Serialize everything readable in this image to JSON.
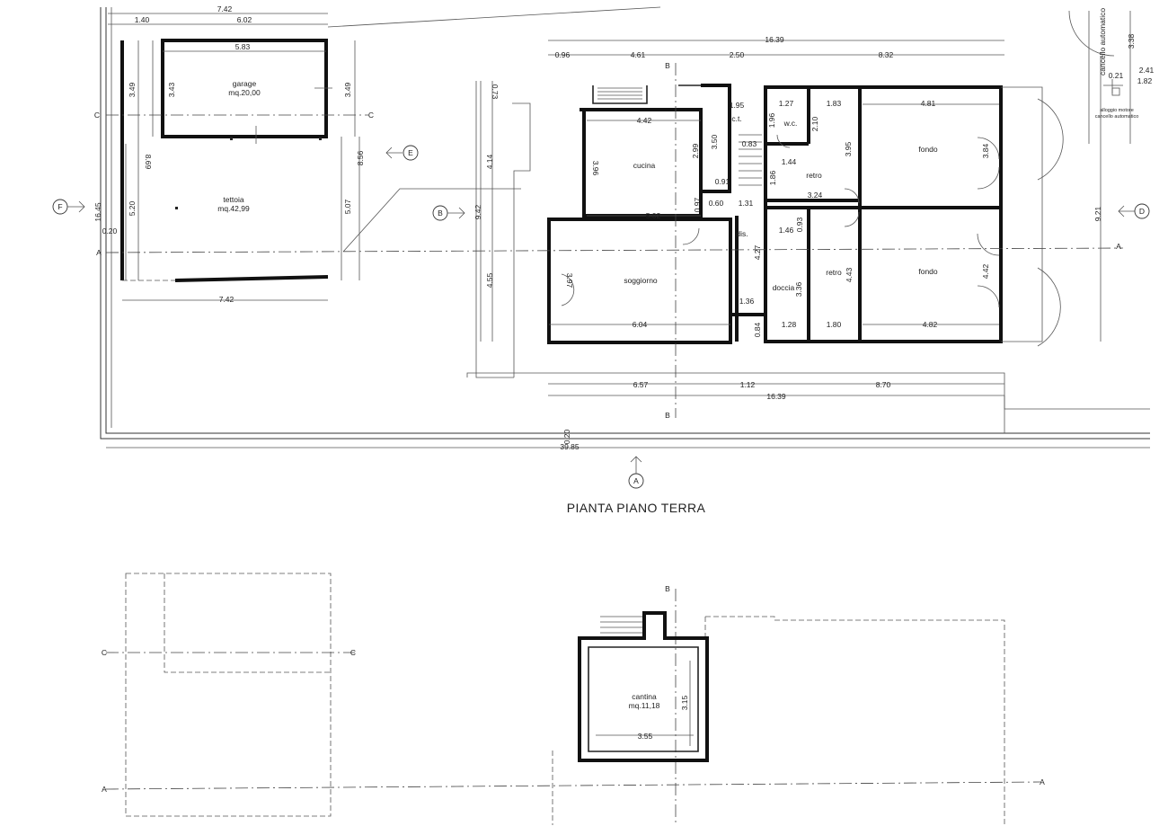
{
  "drawing": {
    "title": "PIANTA PIANO TERRA"
  },
  "rooms": {
    "garage_name": "garage",
    "garage_area": "mq.20,00",
    "tettoia_name": "tettoia",
    "tettoia_area": "mq.42,99",
    "cucina": "cucina",
    "soggiorno": "soggiorno",
    "ct": "c.t.",
    "wc": "w.c.",
    "retro_1": "retro",
    "retro_2": "retro",
    "fondo_1": "fondo",
    "fondo_2": "fondo",
    "dis": "dis.",
    "doccia": "doccia",
    "cantina_name": "cantina",
    "cantina_area": "mq.11,18"
  },
  "notes": {
    "cancello": "cancello automatico",
    "alloggio_1": "alloggio motore",
    "alloggio_2": "cancello automatico"
  },
  "section_marks": {
    "A": "A",
    "B": "B",
    "C": "C",
    "D": "D",
    "E": "E",
    "F": "F"
  },
  "dimensions": {
    "garage_top_742": "7.42",
    "garage_140": "1.40",
    "garage_602": "6.02",
    "garage_583": "5.83",
    "garage_343": "3.43",
    "garage_349_left": "3.49",
    "garage_349_right": "3.49",
    "tettoia_869": "8.69",
    "tettoia_856": "8.56",
    "tettoia_520": "5.20",
    "tettoia_507": "5.07",
    "tettoia_742": "7.42",
    "site_1645": "16.45",
    "site_020_left": "0.20",
    "site_020_bottom": "0.20",
    "site_3985": "39.85",
    "house_1639_top": "16.39",
    "house_096": "0.96",
    "house_461": "4.61",
    "house_250": "2.50",
    "house_832": "8.32",
    "house_073": "0.73",
    "house_942": "9.42",
    "house_414": "4.14",
    "house_455": "4.55",
    "cucina_442": "4.42",
    "cucina_396": "3.96",
    "cucina_299": "2.99",
    "cucina_502": "5.02",
    "ct_195": "1.95",
    "ct_350": "3.50",
    "ct_083": "0.83",
    "ct_091": "0.91",
    "wc_127": "1.27",
    "wc_196": "1.96",
    "retro_183": "1.83",
    "retro_210": "2.10",
    "retro_395": "3.95",
    "retro_144": "1.44",
    "retro_186": "1.86",
    "retro_324": "3.24",
    "fondo_481": "4.81",
    "fondo_384": "3.84",
    "fondo_442": "4.42",
    "fondo_482": "4.82",
    "dis_097": "0.97",
    "dis_060": "0.60",
    "dis_131": "1.31",
    "dis_146": "1.46",
    "dis_427": "4.27",
    "doccia_093": "0.93",
    "doccia_336": "3.36",
    "doccia_128": "1.28",
    "doccia_084": "0.84",
    "retro2_443": "4.43",
    "retro2_180": "1.80",
    "sogg_397": "3.97",
    "sogg_604": "6.04",
    "sogg_136": "1.36",
    "bottom_657": "6.57",
    "bottom_112": "1.12",
    "bottom_870": "8.70",
    "bottom_1639": "16.39",
    "right_921": "9.21",
    "gate_338": "3.38",
    "gate_021": "0.21",
    "gate_241": "2.41",
    "gate_182": "1.82",
    "cantina_315": "3.15",
    "cantina_355": "3.55"
  }
}
